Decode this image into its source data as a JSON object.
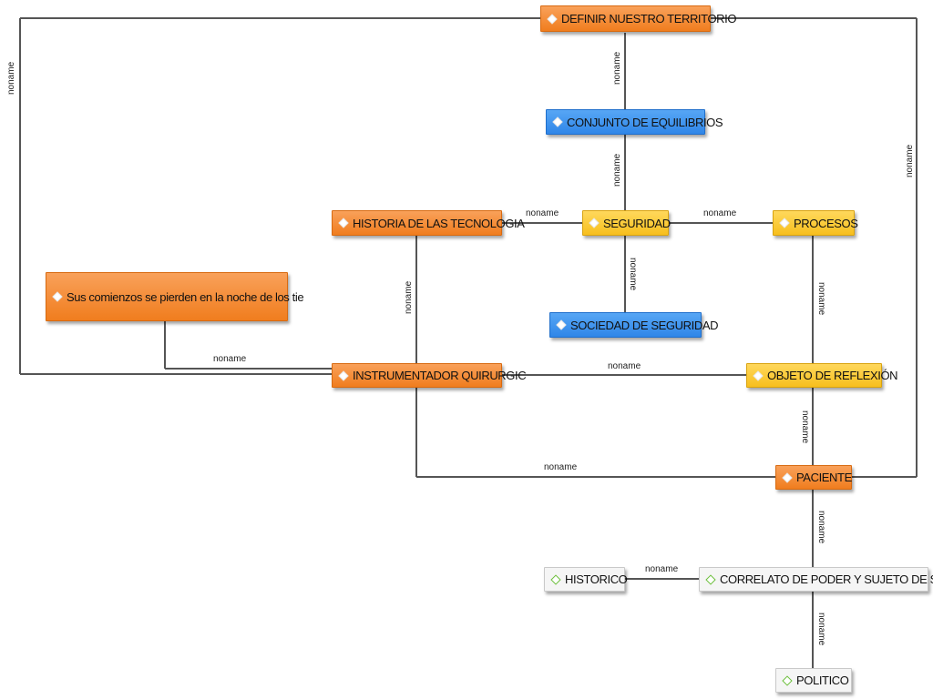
{
  "nodes": {
    "definir": "DEFINIR NUESTRO TERRITORIO",
    "conjunto": "CONJUNTO DE EQUILIBRIOS",
    "historia": "HISTORIA DE LAS TECNOLOGIA",
    "seguridad": "SEGURIDAD",
    "procesos": "PROCESOS",
    "sus": "Sus comienzos se pierden en la noche de los tie",
    "sociedad": "SOCIEDAD DE SEGURIDAD",
    "instrumentador": "INSTRUMENTADOR QUIRURGIC",
    "objeto": "OBJETO DE REFLEXIÓN",
    "paciente": "PACIENTE",
    "historico": "HISTORICO",
    "correlato": "CORRELATO DE PODER Y SUJETO DE SABER",
    "politico": "POLITICO"
  },
  "edge_label": "noname",
  "colors": {
    "orange": "#f07d1e",
    "blue": "#2f86e8",
    "yellow": "#f7bf1d",
    "white": "#f5f5f5",
    "connector": "#555555"
  }
}
